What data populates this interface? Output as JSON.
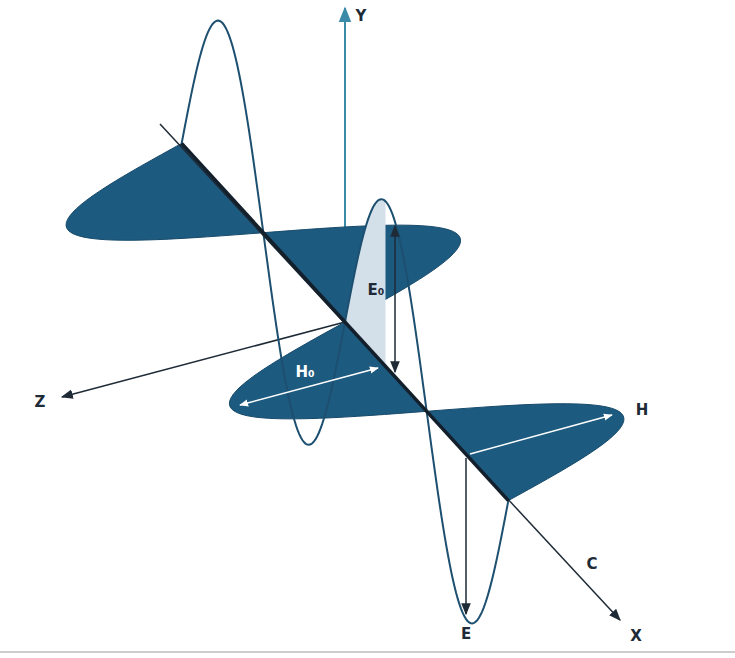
{
  "diagram": {
    "labels": [
      "Y",
      "E₀",
      "Z",
      "H₀",
      "H",
      "C",
      "X",
      "E"
    ]
  }
}
